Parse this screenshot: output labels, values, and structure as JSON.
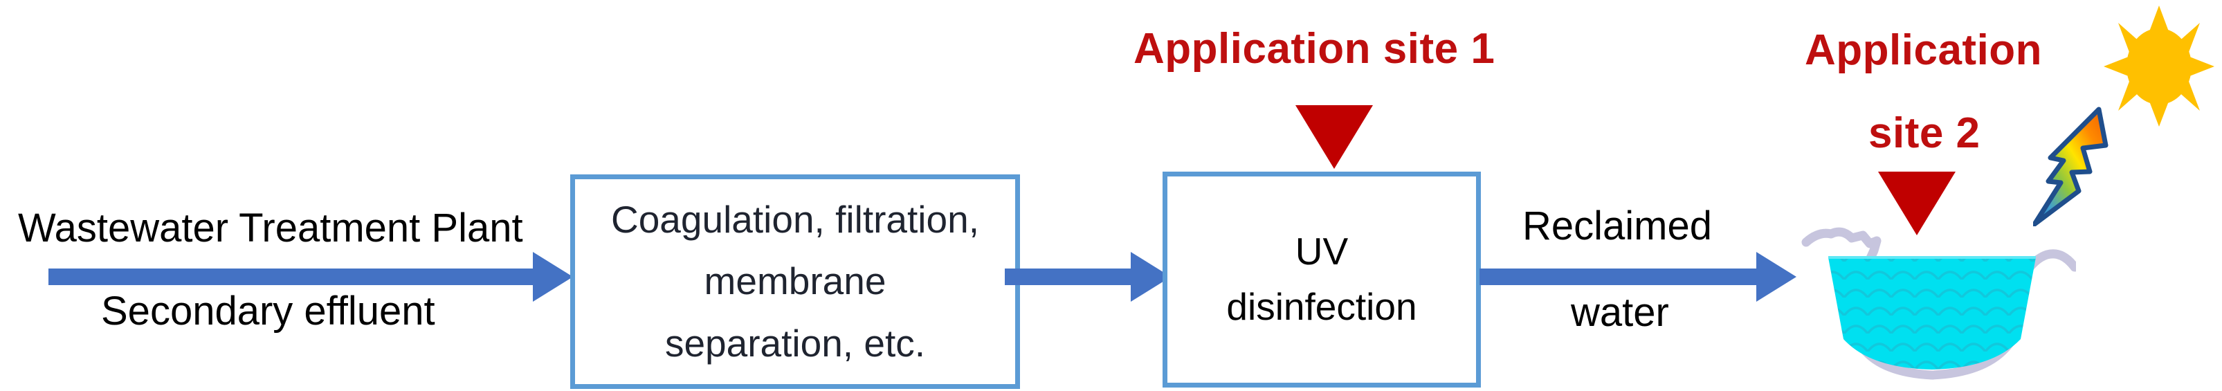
{
  "diagram": {
    "title": "Water reclamation process flow with two application sites",
    "colors": {
      "arrow_blue": "#4472C4",
      "box_border_blue": "#5B9BD5",
      "marker_red": "#C00000",
      "label_red": "#BE0F0F",
      "water_cyan": "#00E0F0",
      "bank_gray": "#C7C5DE",
      "sun_yellow": "#FFC000",
      "text_black": "#000000"
    },
    "inflow": {
      "top_label": "Wastewater Treatment Plant",
      "bottom_label": "Secondary effluent"
    },
    "stages": [
      {
        "id": "advanced-treatment",
        "lines": [
          "Coagulation, filtration,",
          "membrane",
          "separation, etc."
        ]
      },
      {
        "id": "uv-disinfection",
        "lines": [
          "UV",
          "disinfection"
        ]
      }
    ],
    "outflow": {
      "top_label": "Reclaimed",
      "bottom_label": "water"
    },
    "markers": [
      {
        "id": "site-1",
        "lines": [
          "Application  site 1"
        ],
        "icon": "red-down-triangle"
      },
      {
        "id": "site-2",
        "lines": [
          "Application",
          "site 2"
        ],
        "icon": "red-down-triangle"
      }
    ],
    "scene": {
      "reservoir": "reclaimed-water-reservoir",
      "sun": "sun-icon",
      "bolt": "lightning-bolt-icon"
    }
  }
}
